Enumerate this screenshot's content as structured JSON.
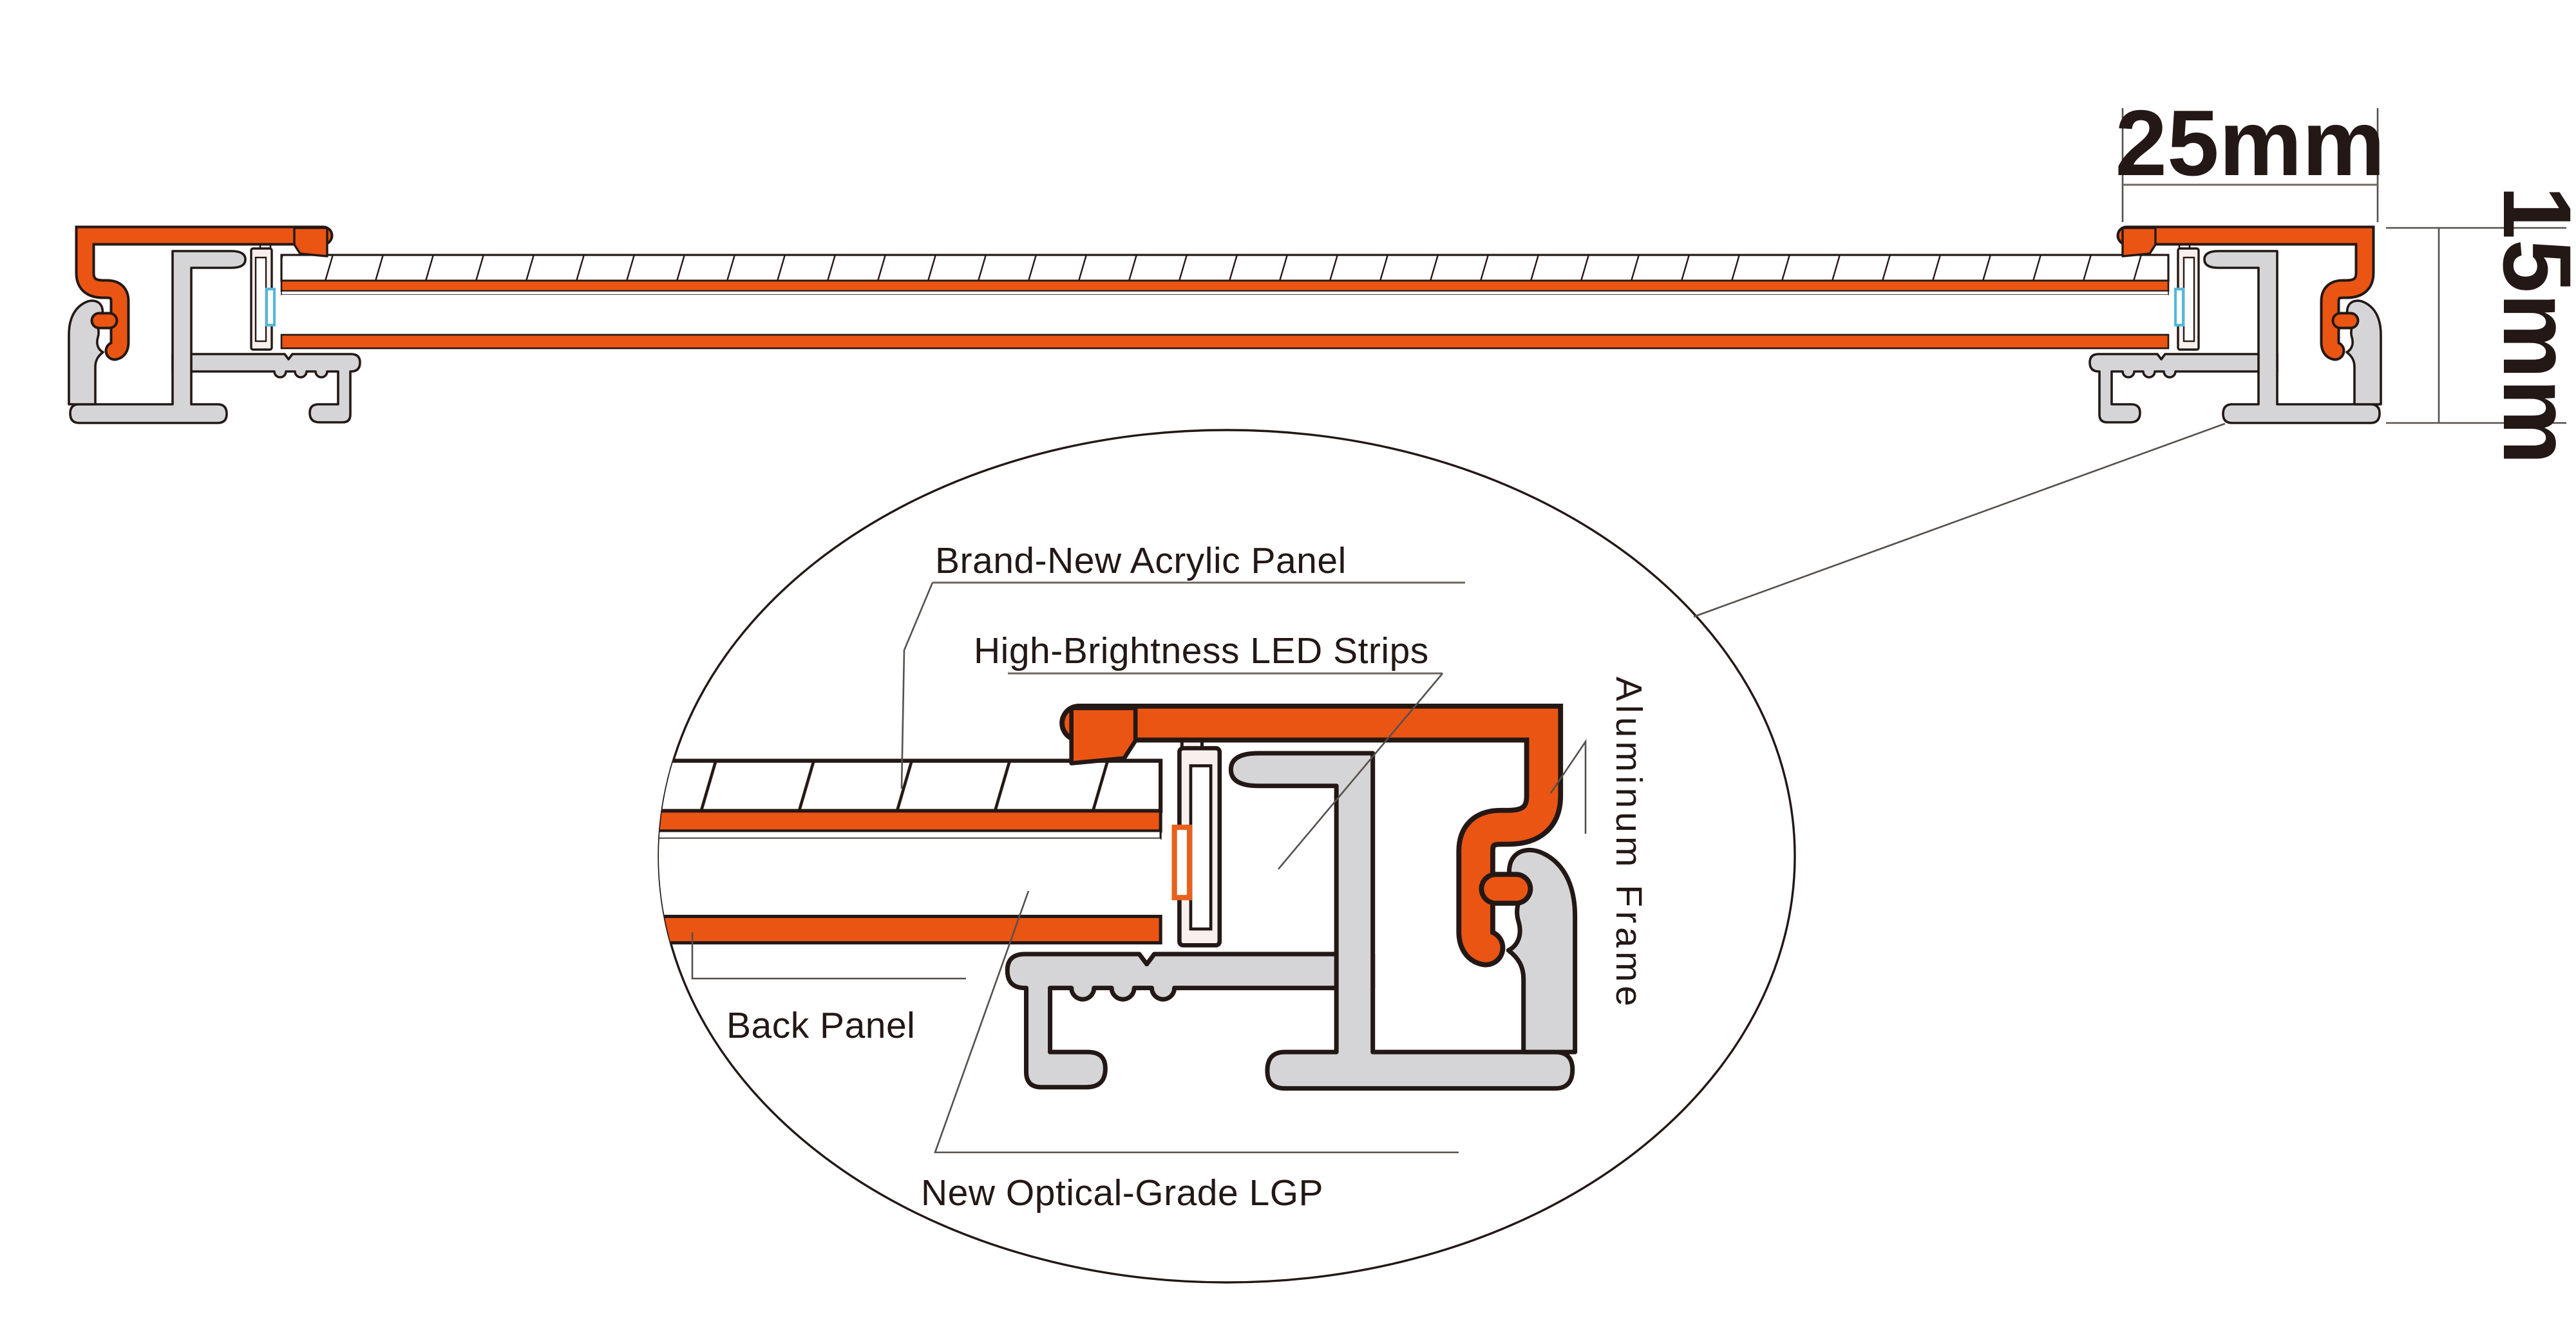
{
  "dimensions": {
    "width_label": "25mm",
    "height_label": "15mm"
  },
  "labels": {
    "acrylic": "Brand-New Acrylic Panel",
    "led_strips": "High-Brightness LED Strips",
    "back_panel": "Back Panel",
    "lgp": "New Optical-Grade LGP",
    "aluminum_frame": "Aluminum Frame"
  },
  "colors": {
    "accent_orange": "#EA5514",
    "aluminum_gray": "#D5D5D7",
    "outline_dark": "#231815",
    "led_cyan": "#55B7D8",
    "led_enlarged_orange": "#E8611C"
  }
}
